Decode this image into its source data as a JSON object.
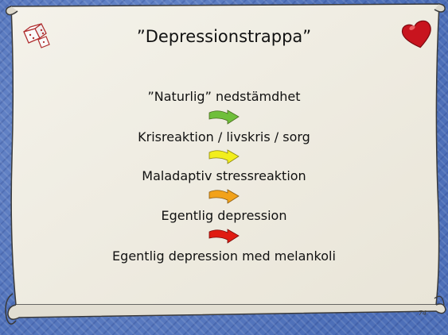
{
  "slide": {
    "title": "”Depressionstrappa”",
    "steps": [
      "”Naturlig” nedstämdhet",
      "Krisreaktion / livskris / sorg",
      "Maladaptiv stressreaktion",
      "Egentlig depression",
      "Egentlig depression med melankoli"
    ],
    "arrow_colors": [
      "#6fbf3a",
      "#f2ee1c",
      "#f2a21a",
      "#e01c12"
    ],
    "page_number": "74"
  },
  "icons": [
    "dice-icon",
    "heart-icon"
  ],
  "colors": {
    "background": "#5b7fc4",
    "parchment": "#f0ede3",
    "scroll_edge": "#3a3a3a",
    "heart": "#c8141e"
  }
}
